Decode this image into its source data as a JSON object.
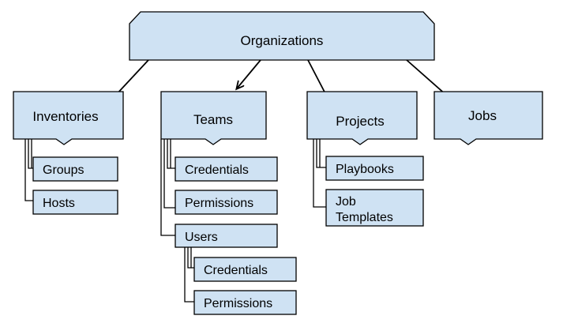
{
  "diagram": {
    "fill_color": "#cfe2f3",
    "stroke_color": "#000000",
    "root": {
      "label": "Organizations"
    },
    "children": {
      "inventories": {
        "label": "Inventories",
        "items": {
          "groups": "Groups",
          "hosts": "Hosts"
        }
      },
      "teams": {
        "label": "Teams",
        "items": {
          "credentials": "Credentials",
          "permissions": "Permissions",
          "users": "Users"
        },
        "users_items": {
          "credentials": "Credentials",
          "permissions": "Permissions"
        }
      },
      "projects": {
        "label": "Projects",
        "items": {
          "playbooks": "Playbooks",
          "job_templates_line1": "Job",
          "job_templates_line2": "Templates"
        }
      },
      "jobs": {
        "label": "Jobs"
      }
    }
  }
}
